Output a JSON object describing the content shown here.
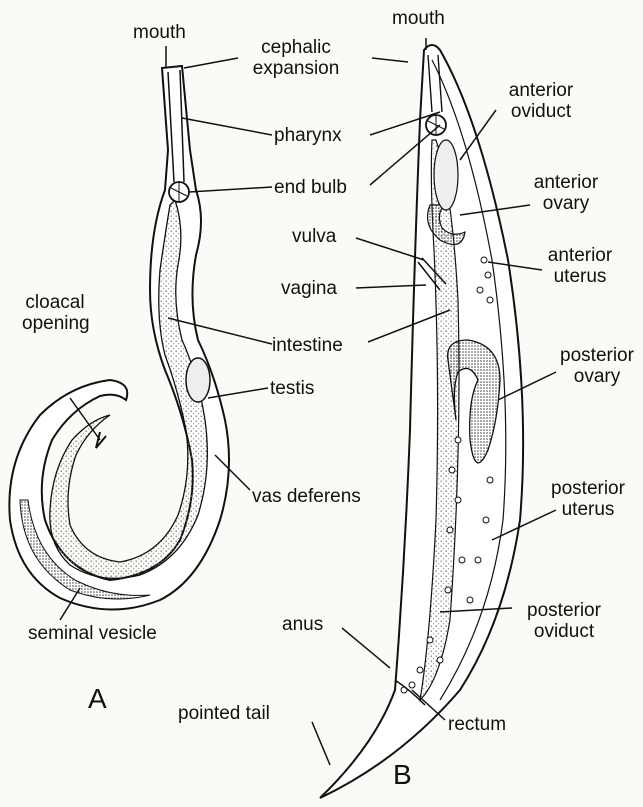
{
  "figure_a": {
    "label": "A",
    "labels": {
      "mouth": "mouth",
      "cephalic_expansion": "cephalic expansion",
      "pharynx": "pharynx",
      "end_bulb": "end bulb",
      "cloacal_opening": "cloacal opening",
      "intestine": "intestine",
      "testis": "testis",
      "vas_deferens": "vas deferens",
      "seminal_vesicle": "seminal vesicle"
    }
  },
  "figure_b": {
    "label": "B",
    "labels": {
      "mouth": "mouth",
      "vulva": "vulva",
      "vagina": "vagina",
      "anterior_oviduct": "anterior oviduct",
      "anterior_ovary": "anterior ovary",
      "anterior_uterus": "anterior uterus",
      "posterior_ovary": "posterior ovary",
      "posterior_uterus": "posterior uterus",
      "posterior_oviduct": "posterior oviduct",
      "anus": "anus",
      "rectum": "rectum",
      "pointed_tail": "pointed tail"
    }
  },
  "colors": {
    "ink": "#111111",
    "background": "#fbfaf6",
    "stipple": "#777777"
  }
}
